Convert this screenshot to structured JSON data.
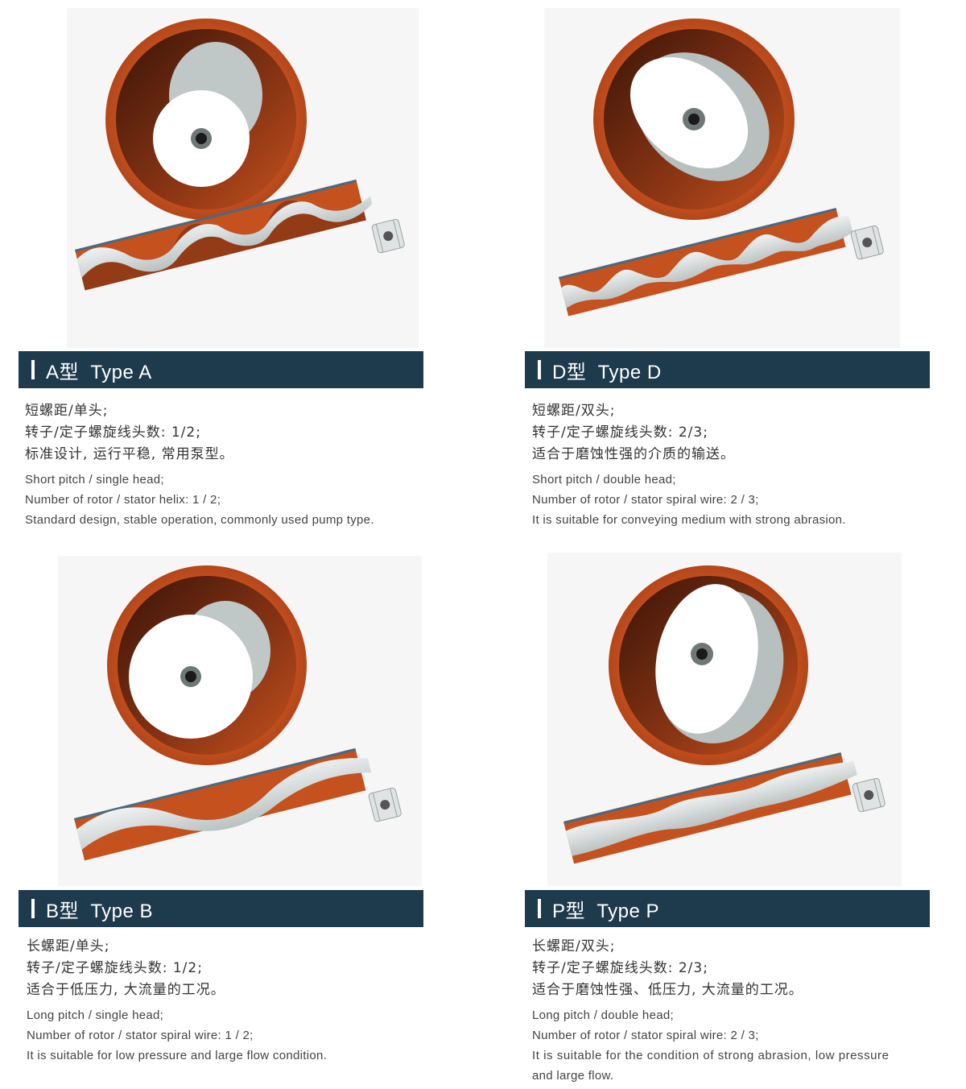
{
  "colors": {
    "title_bar": "#1e3a4d",
    "stator": "#c4511e",
    "stator_dark": "#7a2f12",
    "rotor": "#d7dcdc"
  },
  "cards": [
    {
      "id": "a",
      "title": "A型  Type A",
      "cn": [
        "短螺距/单头;",
        "转子/定子螺旋线头数: 1/2;",
        "标准设计, 运行平稳, 常用泵型。"
      ],
      "en": [
        "Short pitch / single head;",
        "Number of rotor / stator helix: 1 / 2;",
        "Standard design, stable operation, commonly used pump type."
      ]
    },
    {
      "id": "d",
      "title": "D型  Type D",
      "cn": [
        "短螺距/双头;",
        "转子/定子螺旋线头数: 2/3;",
        "适合于磨蚀性强的介质的输送。"
      ],
      "en": [
        "Short pitch / double head;",
        "Number of rotor / stator spiral wire: 2 / 3;",
        "It is suitable for conveying medium with strong abrasion."
      ]
    },
    {
      "id": "b",
      "title": "B型  Type B",
      "cn": [
        "长螺距/单头;",
        "转子/定子螺旋线头数: 1/2;",
        "适合于低压力, 大流量的工况。"
      ],
      "en": [
        "Long pitch / single head;",
        "Number of rotor / stator spiral wire: 1 / 2;",
        "It is suitable for low pressure and large flow condition."
      ]
    },
    {
      "id": "p",
      "title": "P型  Type P",
      "cn": [
        "长螺距/双头;",
        "转子/定子螺旋线头数: 2/3;",
        "适合于磨蚀性强、低压力, 大流量的工况。"
      ],
      "en": [
        "Long pitch / double head;",
        "Number of rotor / stator spiral wire: 2 / 3;",
        "It is suitable for the condition of strong abrasion, low pressure",
        "and large flow."
      ]
    }
  ]
}
